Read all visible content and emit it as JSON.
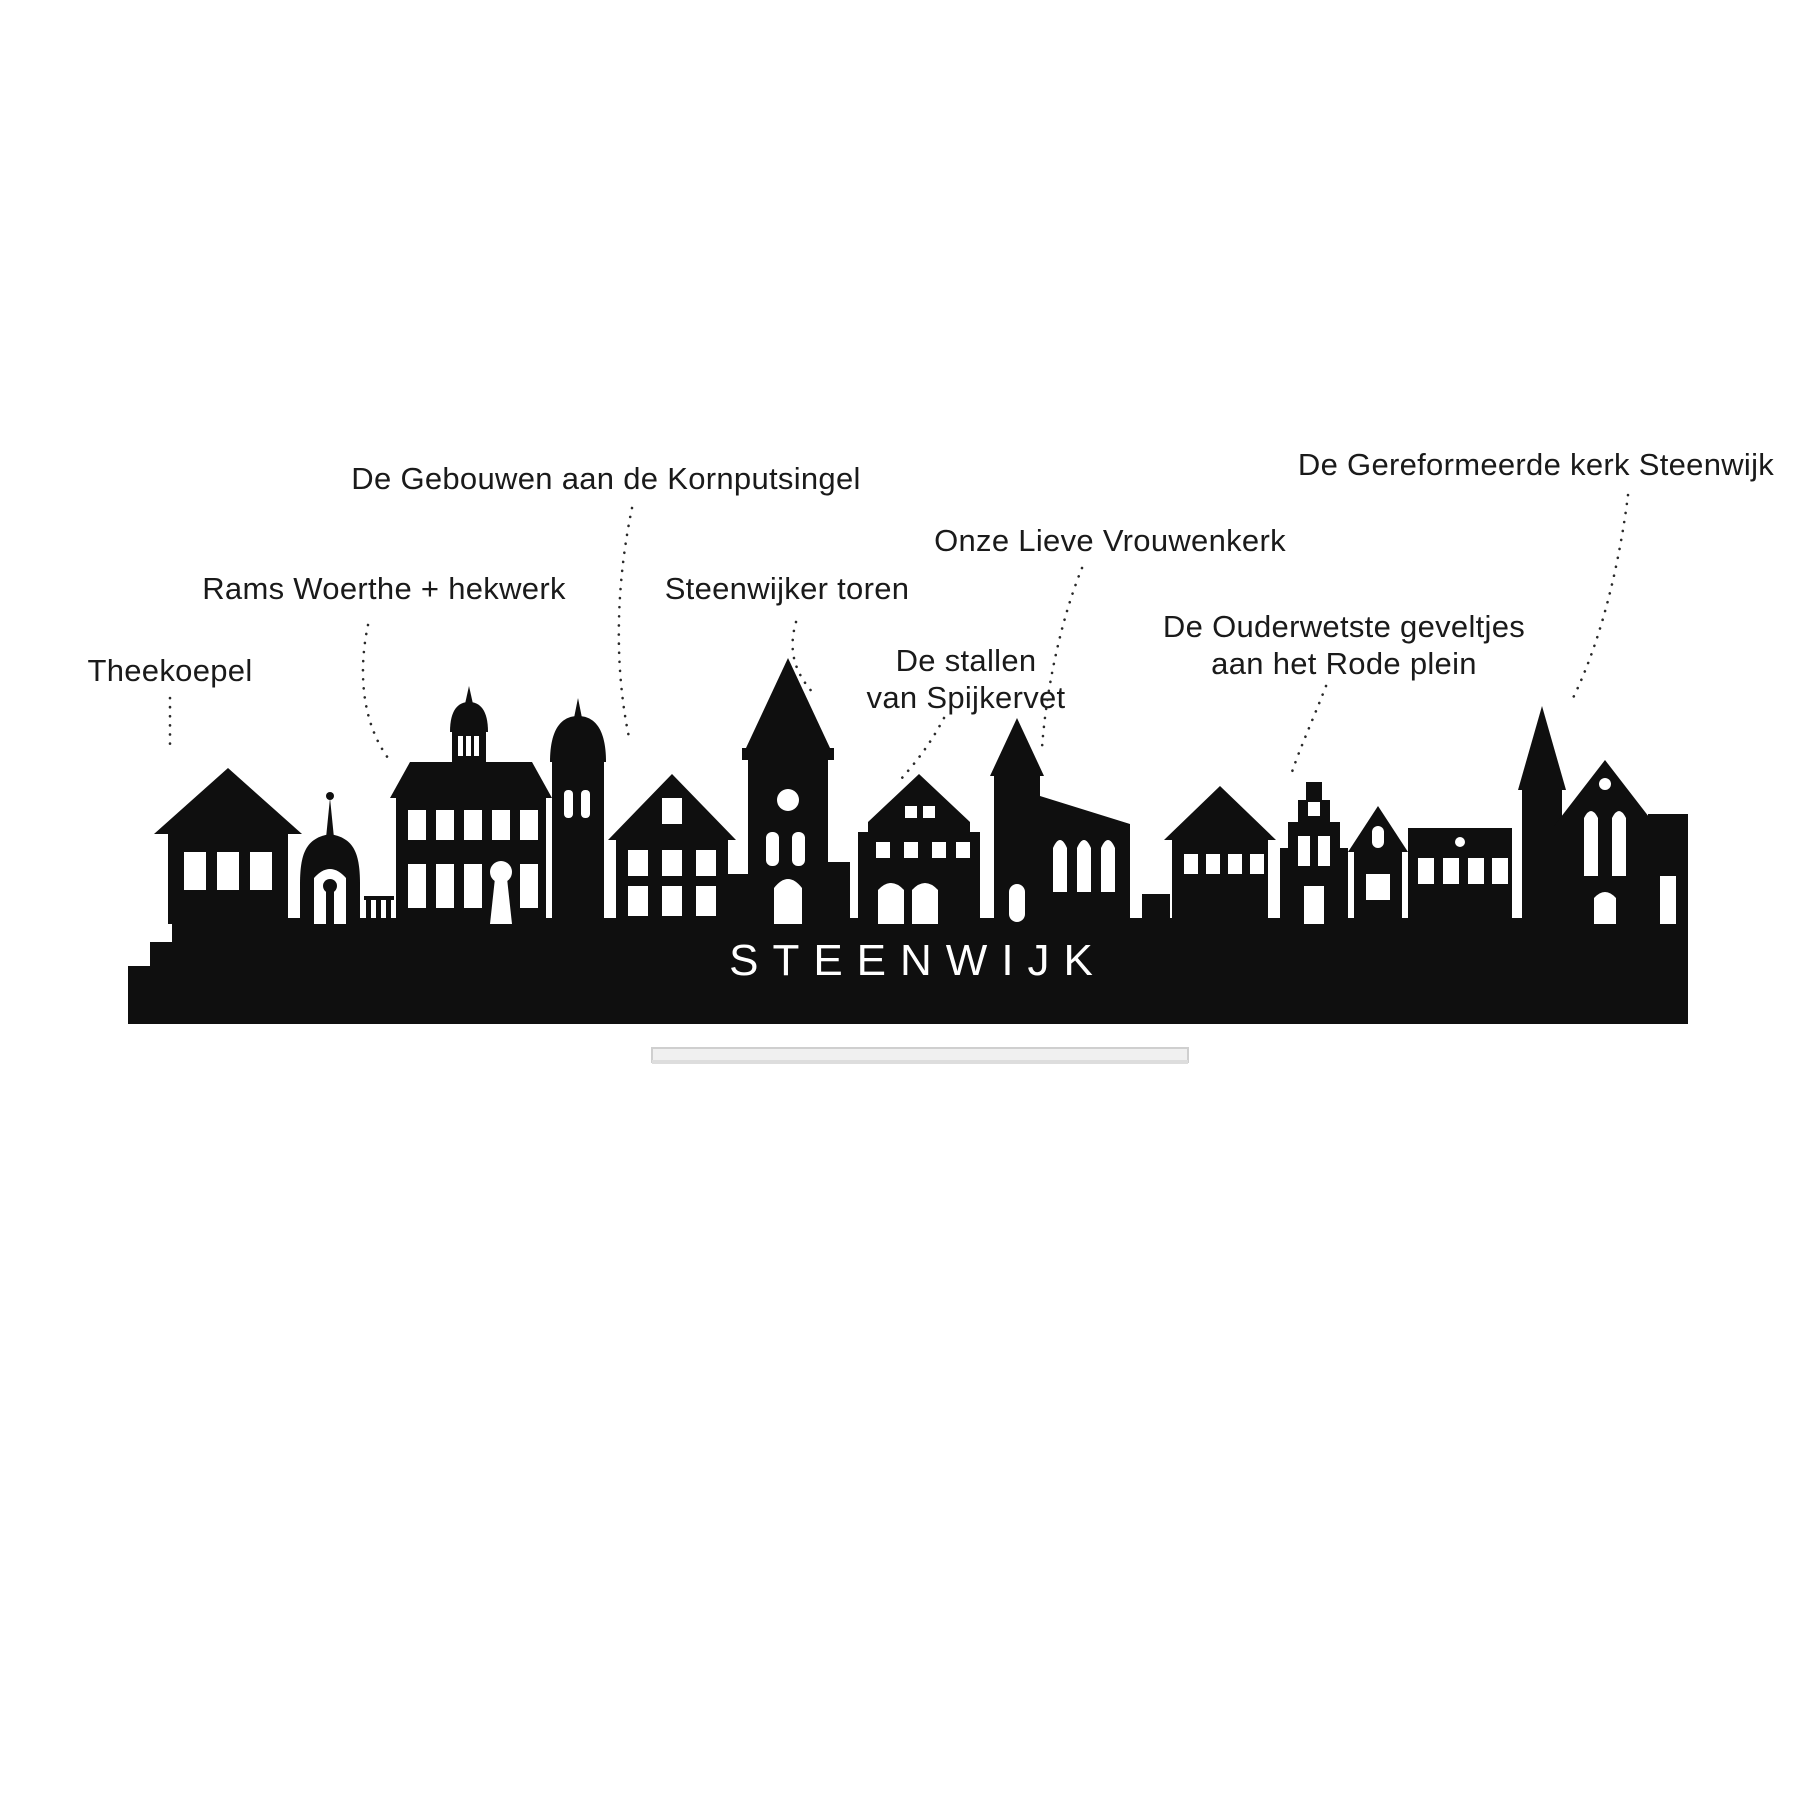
{
  "product": {
    "city_name": "STEENWIJK",
    "silhouette_color": "#0f0f0f",
    "cutout_color": "#ffffff",
    "stand_color": "#efefef",
    "label_color": "#1a1a1a",
    "leader_color": "#2a2a2a",
    "background_color": "#ffffff"
  },
  "labels": {
    "theekoepel": {
      "text": "Theekoepel"
    },
    "rams_woerthe": {
      "text": "Rams Woerthe + hekwerk"
    },
    "kornputsingel": {
      "text": "De Gebouwen aan de Kornputsingel"
    },
    "steenwijker_toren": {
      "text": "Steenwijker toren"
    },
    "stallen_spijkervet": {
      "line1": "De stallen",
      "line2": "van Spijkervet"
    },
    "vrouwenkerk": {
      "text": "Onze Lieve Vrouwenkerk"
    },
    "rode_plein": {
      "line1": "De Ouderwetste geveltjes",
      "line2": "aan het Rode plein"
    },
    "gereformeerde_kerk": {
      "text": "De Gereformeerde kerk Steenwijk"
    }
  }
}
